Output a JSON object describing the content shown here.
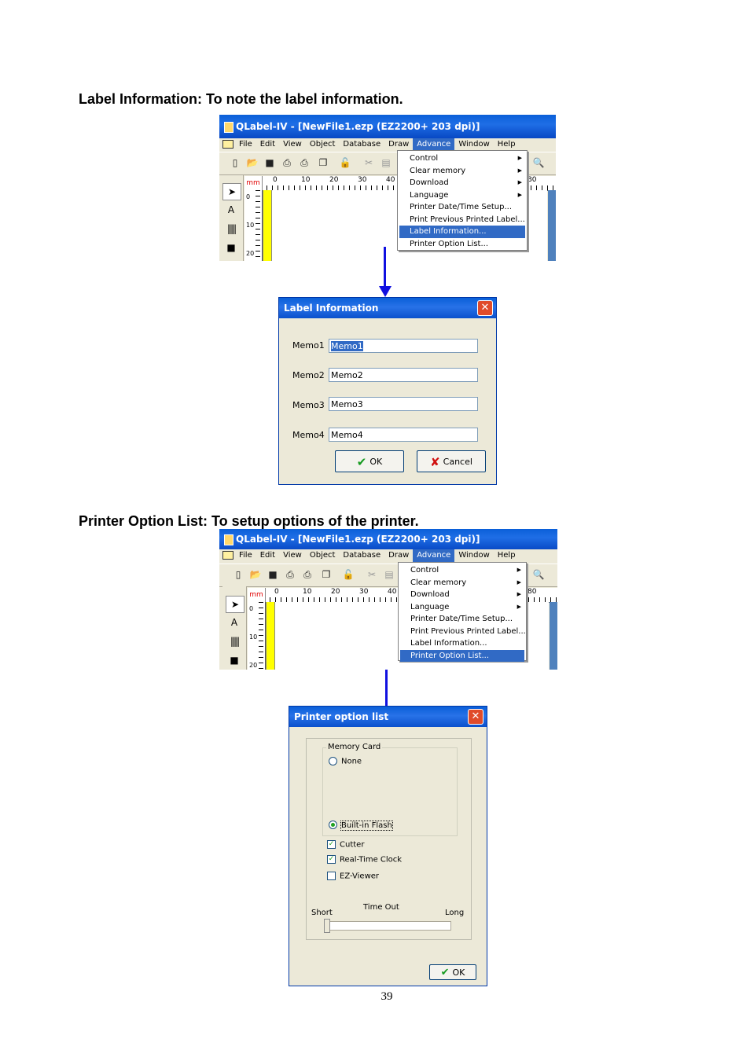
{
  "headings": {
    "label_info": "Label Information: To note the label information.",
    "printer_option": "Printer Option List: To setup options of the printer."
  },
  "app": {
    "title": "QLabel-IV   - [NewFile1.ezp     (EZ2200+      203 dpi)]",
    "menu": [
      "File",
      "Edit",
      "View",
      "Object",
      "Database",
      "Draw",
      "Advance",
      "Window",
      "Help"
    ],
    "active_menu": "Advance",
    "ruler_unit": "mm",
    "ruler_numbers": [
      "0",
      "10",
      "20",
      "30",
      "40",
      "80"
    ],
    "vruler_numbers": [
      "0",
      "10",
      "20"
    ]
  },
  "advance_menu": {
    "items": [
      {
        "label": "Control",
        "submenu": true
      },
      {
        "label": "Clear memory",
        "submenu": true
      },
      {
        "label": "Download",
        "submenu": true
      },
      {
        "label": "Language",
        "submenu": true
      },
      {
        "label": "Printer Date/Time Setup...",
        "submenu": false
      },
      {
        "label": "Print Previous Printed Label...",
        "submenu": false
      },
      {
        "label": "Label Information...",
        "submenu": false
      },
      {
        "label": "Printer Option List...",
        "submenu": false
      }
    ]
  },
  "label_dialog": {
    "title": "Label Information",
    "fields": [
      {
        "label": "Memo1",
        "value": "Memo1"
      },
      {
        "label": "Memo2",
        "value": "Memo2"
      },
      {
        "label": "Memo3",
        "value": "Memo3"
      },
      {
        "label": "Memo4",
        "value": "Memo4"
      }
    ],
    "ok": "OK",
    "cancel": "Cancel"
  },
  "option_dialog": {
    "title": "Printer option list",
    "group": "Memory Card",
    "radio_none": "None",
    "radio_flash": "Built-in Flash",
    "cutter": "Cutter",
    "rtc": "Real-Time Clock",
    "ezviewer": "EZ-Viewer",
    "timeout": "Time Out",
    "short": "Short",
    "long": "Long",
    "ok": "OK"
  },
  "page_number": "39"
}
